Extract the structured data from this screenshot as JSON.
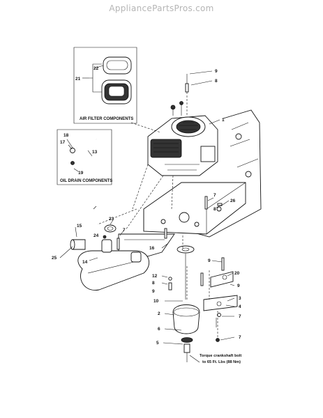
{
  "header": {
    "watermark": "AppliancePartsPros.com"
  },
  "callouts": {
    "air_filter": "AIR FILTER COMPONENTS",
    "oil_drain": "OIL DRAIN COMPONENTS"
  },
  "note": {
    "line1": "Torque crankshaft bolt",
    "line2": "to 65 Ft. Lbs (88 Nm)"
  },
  "parts": {
    "p1": "1",
    "p2": "2",
    "p3": "3",
    "p4": "4",
    "p5": "5",
    "p6": "6",
    "p7a": "7",
    "p7b": "7",
    "p7c": "7",
    "p7d": "7",
    "p8a": "8",
    "p8b": "8",
    "p9a": "9",
    "p9b": "9",
    "p9c": "9",
    "p10": "10",
    "p12": "12",
    "p13": "13",
    "p14": "14",
    "p15": "15",
    "p16": "16",
    "p17": "17",
    "p18": "18",
    "p19": "19",
    "p20": "20",
    "p21": "21",
    "p22": "22",
    "p23": "23",
    "p24": "24",
    "p25": "25",
    "p26": "26"
  }
}
